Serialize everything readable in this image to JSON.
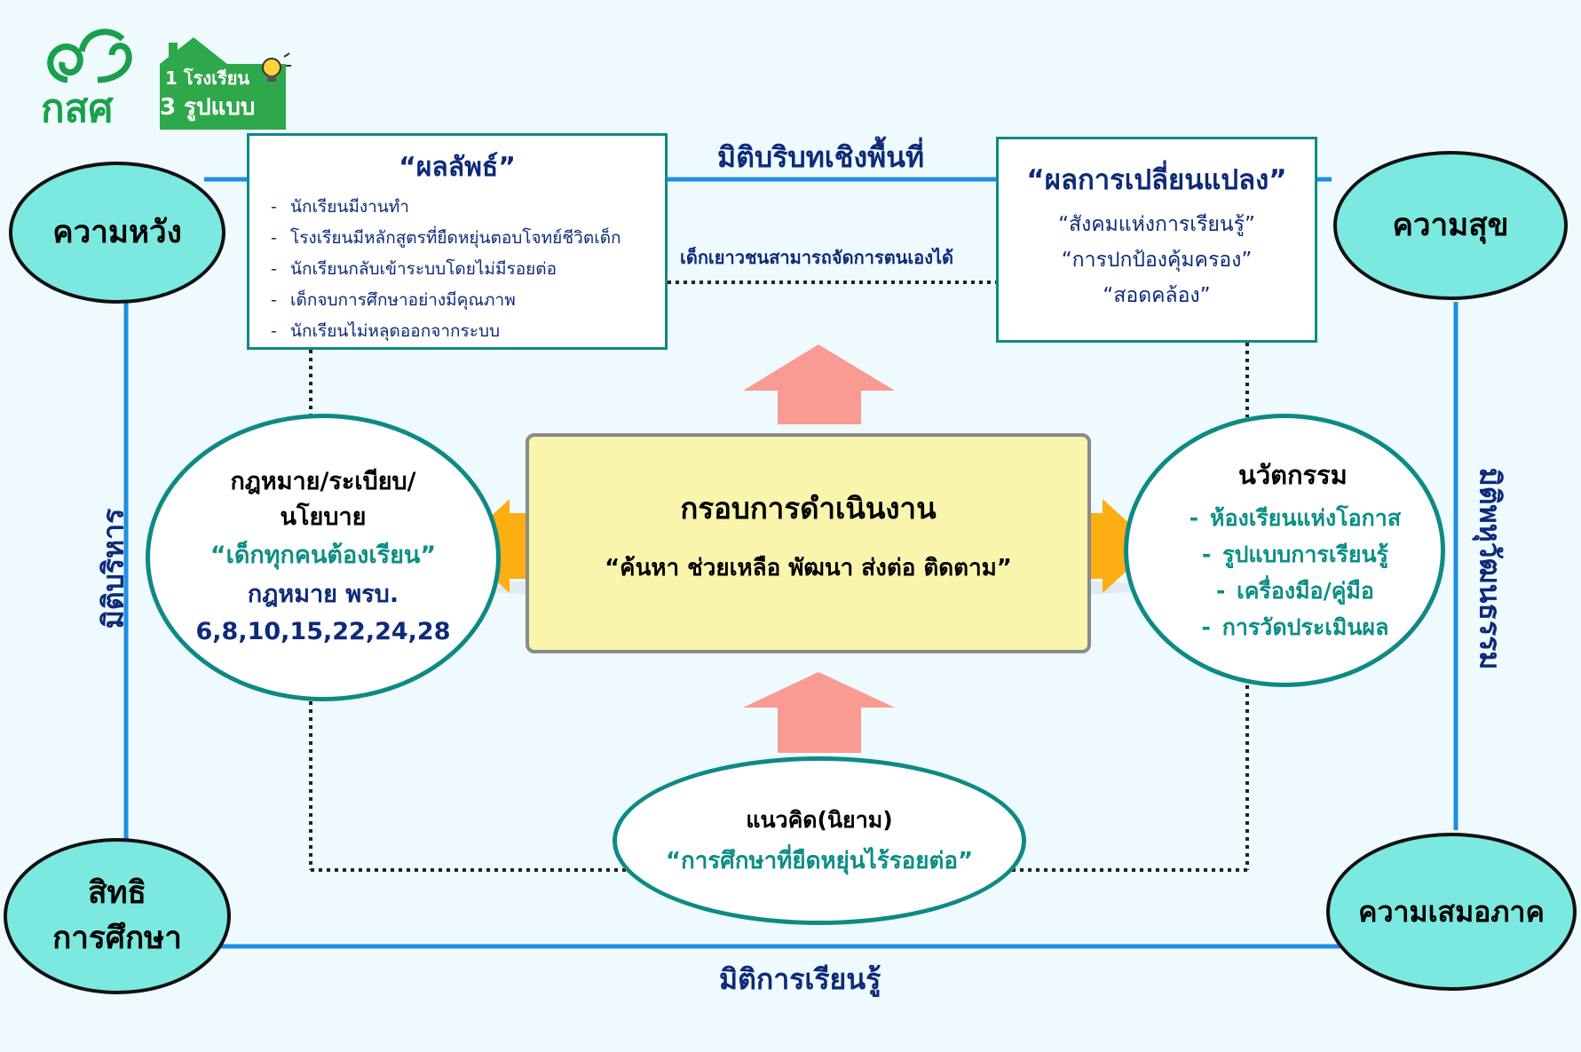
{
  "logo": {
    "org_name": "กสศ",
    "badge_line1": "1 โรงเรียน",
    "badge_line2": "3 รูปแบบ"
  },
  "corners": {
    "top_left": "ความหวัง",
    "top_right": "ความสุข",
    "bottom_left_line1": "สิทธิ",
    "bottom_left_line2": "การศึกษา",
    "bottom_right": "ความเสมอภาค"
  },
  "dimensions": {
    "top": "มิติบริบทเชิงพื้นที่",
    "bottom": "มิติการเรียนรู้",
    "left": "มิติบริหาร",
    "right": "มิติพหุวัฒนธรรม"
  },
  "outcomes_box": {
    "title": "“ผลลัพธ์”",
    "items": [
      "นักเรียนมีงานทำ",
      "โรงเรียนมีหลักสูตรที่ยืดหยุ่นตอบโจทย์ชีวิตเด็ก",
      "นักเรียนกลับเข้าระบบโดยไม่มีรอยต่อ",
      "เด็กจบการศึกษาอย่างมีคุณภาพ",
      "นักเรียนไม่หลุดออกจากระบบ"
    ]
  },
  "change_box": {
    "title": "“ผลการเปลี่ยนแปลง”",
    "items": [
      "“สังคมแห่งการเรียนรู้”",
      "“การปกป้องคุ้มครอง”",
      "“สอดคล้อง”"
    ]
  },
  "middle_link_text": "เด็กเยาวชนสามารถจัดการตนเองได้",
  "center": {
    "title": "กรอบการดำเนินงาน",
    "subtitle": "“ค้นหา ช่วยเหลือ พัฒนา ส่งต่อ ติดตาม”"
  },
  "law_oval": {
    "line1": "กฎหมาย/ระเบียบ/",
    "line2": "นโยบาย",
    "quote": "“เด็กทุกคนต้องเรียน”",
    "law_line": "กฎหมาย พรบ.",
    "numbers": "6,8,10,15,22,24,28"
  },
  "innovation_oval": {
    "title": "นวัตกรรม",
    "items": [
      "ห้องเรียนแห่งโอกาส",
      "รูปแบบการเรียนรู้",
      "เครื่องมือ/คู่มือ",
      "การวัดประเมินผล"
    ]
  },
  "concept_oval": {
    "title": "แนวคิด(นิยาม)",
    "quote": "“การศึกษาที่ยืดหยุ่นไร้รอยต่อ”"
  },
  "colors": {
    "background": "#eefafe",
    "teal_border": "#0e8a85",
    "corner_fill": "#7be9e0",
    "frame_line": "#1f8fe0",
    "center_fill": "#faf5ad",
    "arrow_pink": "#f99a93",
    "arrow_orange": "#fdae12",
    "navy_text": "#0d2a7a",
    "teal_text": "#0b8e87",
    "logo_green": "#1aa04b"
  }
}
